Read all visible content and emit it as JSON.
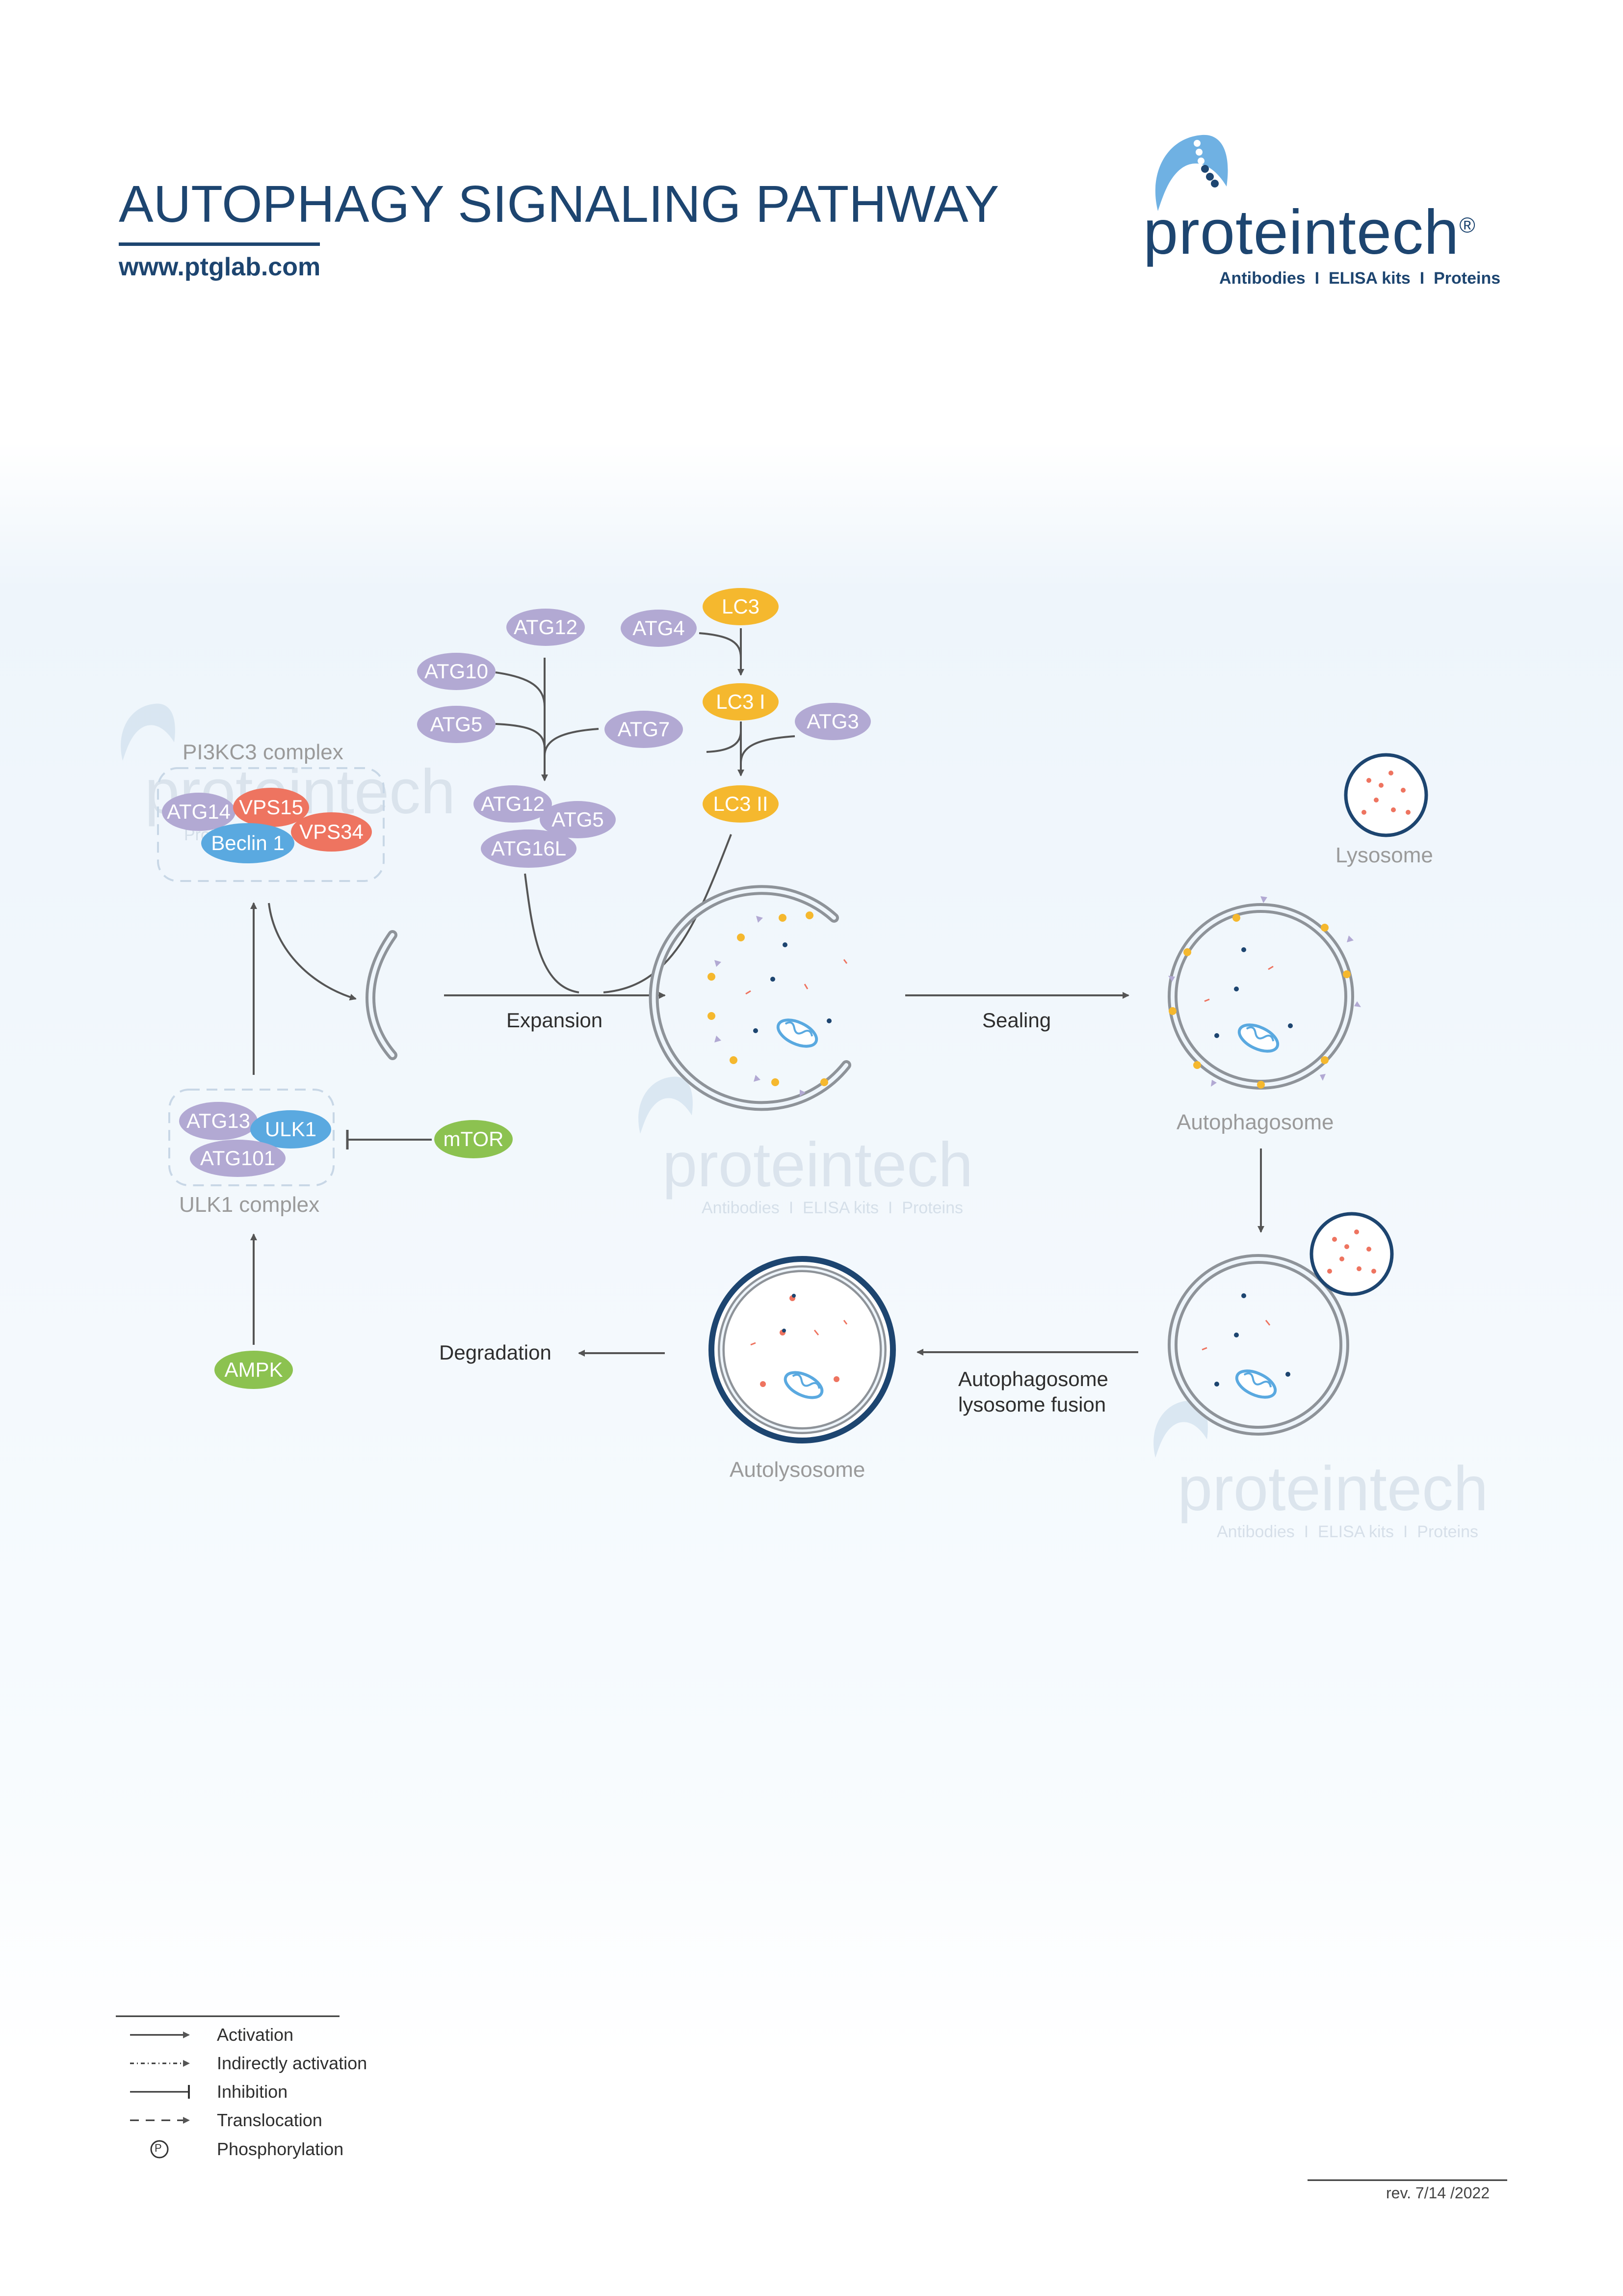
{
  "header": {
    "title": "AUTOPHAGY SIGNALING PATHWAY",
    "url": "www.ptglab.com"
  },
  "logo": {
    "word": "proteintech",
    "registered": "®",
    "tagline_parts": [
      "Antibodies",
      "ELISA kits",
      "Proteins"
    ],
    "separator": "I"
  },
  "diagram": {
    "complexes": {
      "pi3kc3": "PI3KC3 complex",
      "ulk1": "ULK1 complex"
    },
    "proteins": {
      "atg14": "ATG14",
      "vps15": "VPS15",
      "beclin1": "Beclin 1",
      "vps34": "VPS34",
      "atg12_top": "ATG12",
      "atg10": "ATG10",
      "atg5_left": "ATG5",
      "atg7": "ATG7",
      "atg4": "ATG4",
      "lc3": "LC3",
      "lc3_i": "LC3 I",
      "atg3": "ATG3",
      "lc3_ii": "LC3 II",
      "atg12_conj": "ATG12",
      "atg5_conj": "ATG5",
      "atg16l": "ATG16L",
      "atg13": "ATG13",
      "ulk1": "ULK1",
      "atg101": "ATG101",
      "mtor": "mTOR",
      "ampk": "AMPK"
    },
    "processes": {
      "expansion": "Expansion",
      "sealing": "Sealing",
      "fusion_line1": "Autophagosome",
      "fusion_line2": "lysosome fusion",
      "degradation": "Degradation"
    },
    "organelles": {
      "lysosome": "Lysosome",
      "autophagosome": "Autophagosome",
      "autolysosome": "Autolysosome"
    }
  },
  "legend": {
    "items": [
      "Activation",
      "Indirectly activation",
      "Inhibition",
      "Translocation",
      "Phosphorylation"
    ],
    "phospho_symbol": "P"
  },
  "footer": {
    "revision": "rev. 7/14 /2022"
  },
  "colors": {
    "navy": "#1d4570",
    "lavender": "#b2a9d3",
    "yellow": "#f5b82e",
    "coral": "#ee7460",
    "blue": "#5aa9e0",
    "green": "#8cc250",
    "membrane": "#8e9399"
  },
  "icons": [
    "logo-mark-icon",
    "mitochondrion-icon",
    "phospho-circle-icon"
  ]
}
